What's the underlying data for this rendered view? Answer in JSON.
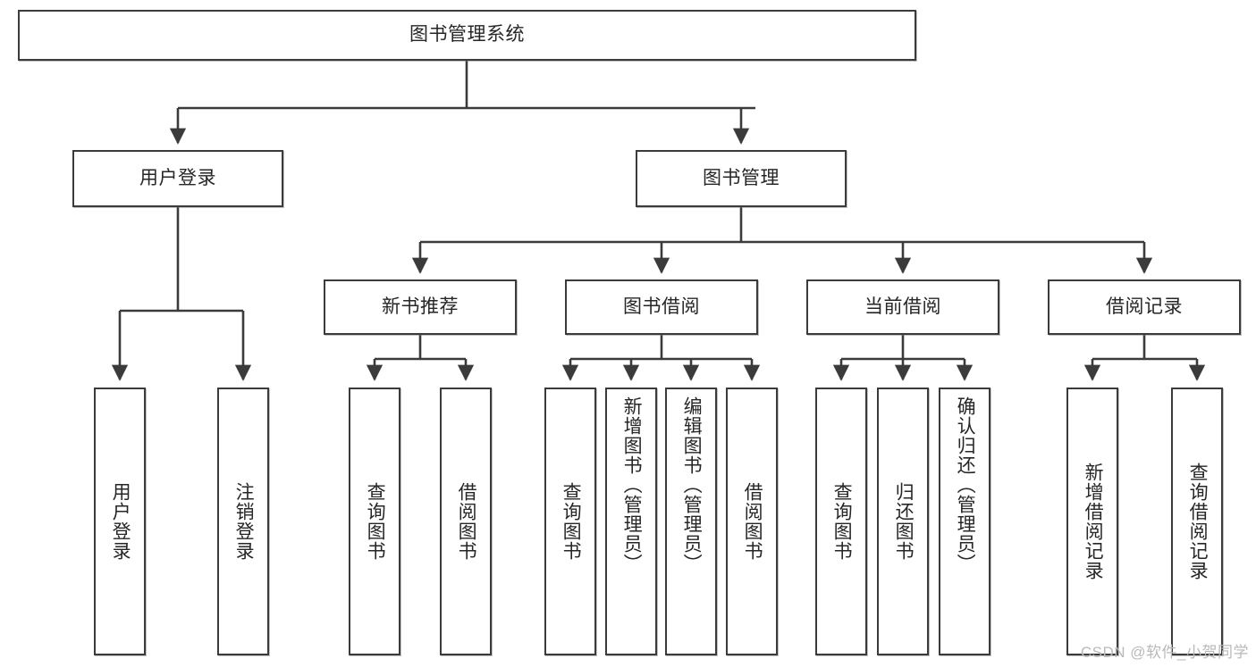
{
  "diagram": {
    "title": "图书管理系统",
    "type": "tree-hierarchy-diagram",
    "colors": {
      "box_border": "#3b3b3b",
      "box_fill": "#ffffff",
      "connector": "#3b3b3b",
      "text": "#262626",
      "watermark": "#b9b9b9",
      "background": "#ffffff"
    },
    "root": {
      "label": "图书管理系统"
    },
    "level2": [
      {
        "id": "user-login",
        "label": "用户登录"
      },
      {
        "id": "book-management",
        "label": "图书管理"
      }
    ],
    "level3": [
      {
        "id": "new-book-recommend",
        "label": "新书推荐",
        "parent": "book-management"
      },
      {
        "id": "book-borrow",
        "label": "图书借阅",
        "parent": "book-management"
      },
      {
        "id": "current-borrow",
        "label": "当前借阅",
        "parent": "book-management"
      },
      {
        "id": "borrow-record",
        "label": "借阅记录",
        "parent": "book-management"
      }
    ],
    "leaves": {
      "user_login": [
        {
          "id": "leaf-user-login",
          "label": "用户登录"
        },
        {
          "id": "leaf-logout-login",
          "label": "注销登录"
        }
      ],
      "new_book_recommend": [
        {
          "id": "leaf-query-book-1",
          "label": "查询图书"
        },
        {
          "id": "leaf-borrow-book-1",
          "label": "借阅图书"
        }
      ],
      "book_borrow": [
        {
          "id": "leaf-query-book-2",
          "label": "查询图书"
        },
        {
          "id": "leaf-add-book",
          "label": "新增图书（管理员）"
        },
        {
          "id": "leaf-edit-book",
          "label": "编辑图书（管理员）"
        },
        {
          "id": "leaf-borrow-book-2",
          "label": "借阅图书"
        }
      ],
      "current_borrow": [
        {
          "id": "leaf-query-book-3",
          "label": "查询图书"
        },
        {
          "id": "leaf-return-book",
          "label": "归还图书"
        },
        {
          "id": "leaf-confirm-return",
          "label": "确认归还（管理员）"
        }
      ],
      "borrow_record": [
        {
          "id": "leaf-add-record",
          "label": "新增借阅记录"
        },
        {
          "id": "leaf-query-record",
          "label": "查询借阅记录"
        }
      ]
    },
    "watermark": "CSDN @软件_小贺同学"
  }
}
